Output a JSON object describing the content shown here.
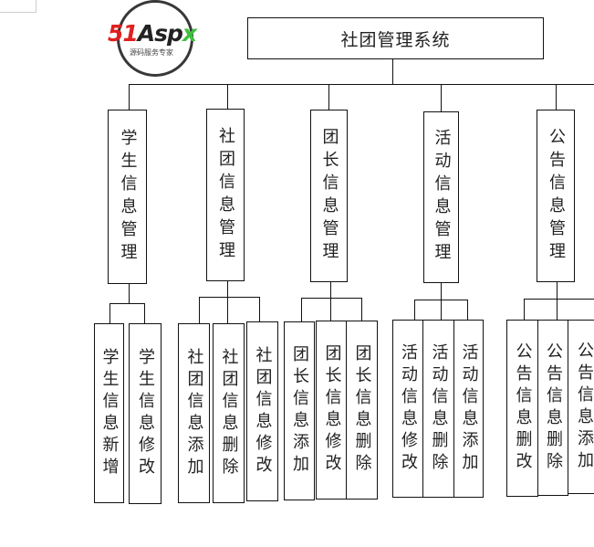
{
  "root": {
    "label": "社团管理系统"
  },
  "modules": [
    {
      "label": "学生信息管理",
      "children": [
        "学生信息新增",
        "学生信息修改"
      ]
    },
    {
      "label": "社团信息管理",
      "children": [
        "社团信息添加",
        "社团信息删除",
        "社团信息修改"
      ]
    },
    {
      "label": "团长信息管理",
      "children": [
        "团长信息添加",
        "团长信息修改",
        "团长信息删除"
      ]
    },
    {
      "label": "活动信息管理",
      "children": [
        "活动信息修改",
        "活动信息删除",
        "活动信息添加"
      ]
    },
    {
      "label": "公告信息管理",
      "children": [
        "公告信息删改",
        "公告信息删除",
        "公告信息添加"
      ]
    }
  ],
  "watermark": {
    "logo_a": "51",
    "logo_b": "Asp",
    "logo_c": "x",
    "tagline": "源码服务专家"
  }
}
